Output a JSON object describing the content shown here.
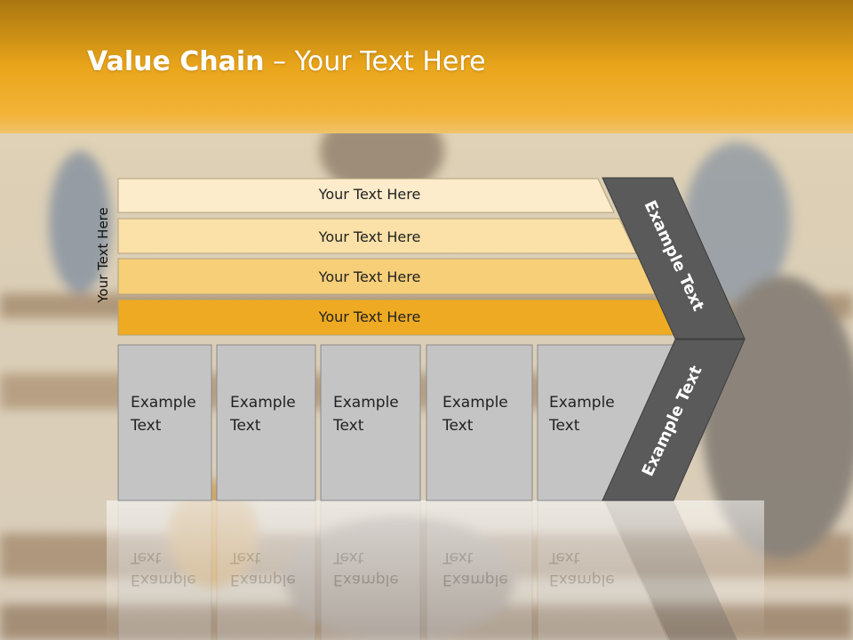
{
  "title": {
    "bold": "Value Chain",
    "rest": " – Your Text Here"
  },
  "side_label": "Your Text Here",
  "layers": [
    {
      "label": "Your Text Here",
      "color": "#fdeccb"
    },
    {
      "label": "Your Text Here",
      "color": "#fbe1a8"
    },
    {
      "label": "Your Text Here",
      "color": "#f6cf78"
    },
    {
      "label": "Your Text Here",
      "color": "#eeaa22"
    }
  ],
  "columns": [
    {
      "line1": "Example",
      "line2": "Text"
    },
    {
      "line1": "Example",
      "line2": "Text"
    },
    {
      "line1": "Example",
      "line2": "Text"
    },
    {
      "line1": "Example",
      "line2": "Text"
    },
    {
      "line1": "Example",
      "line2": "Text"
    }
  ],
  "arrow": {
    "upper_label": "Example Text",
    "lower_label": "Example Text",
    "color": "#5a5a5a"
  },
  "colors": {
    "header": "#e8a317",
    "column_fill": "#c4c4c4"
  }
}
